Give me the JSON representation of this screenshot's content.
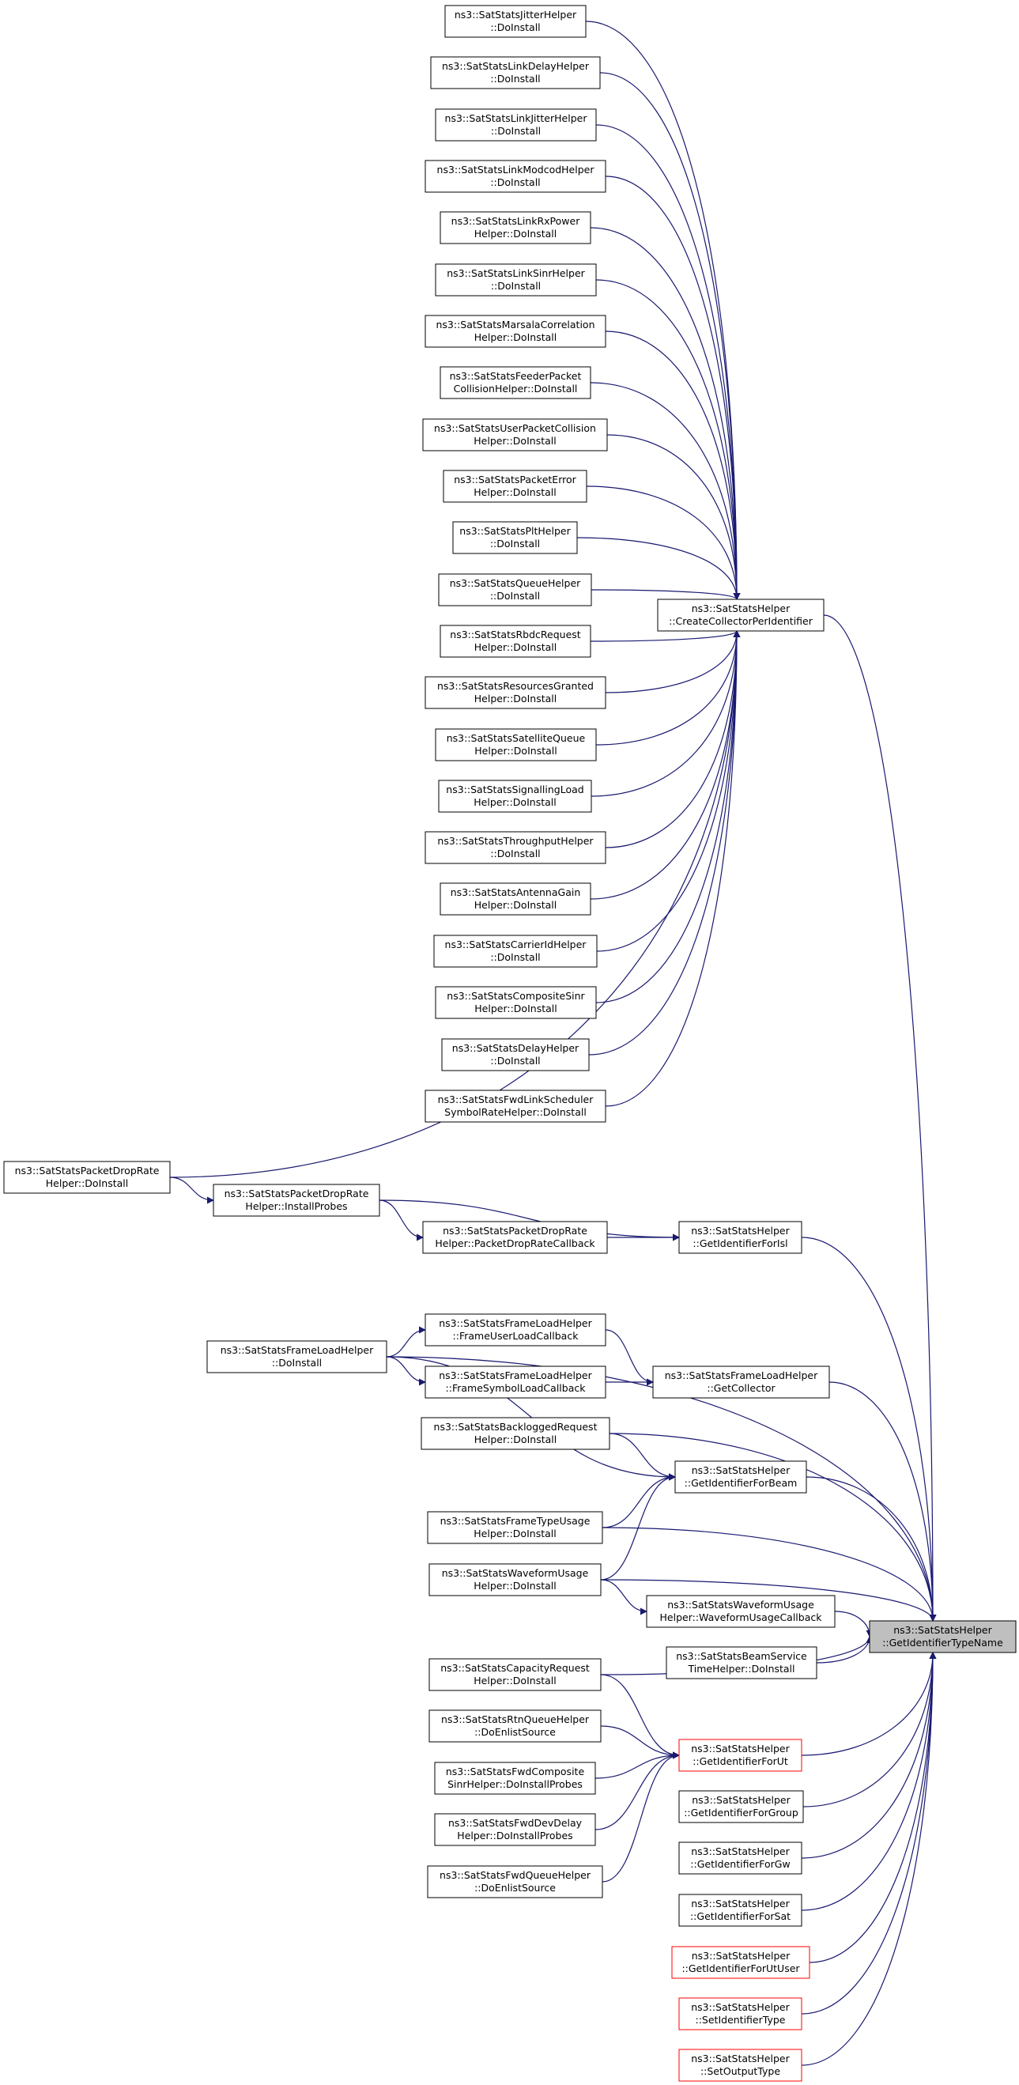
{
  "colors": {
    "edge": "#191970",
    "node_border": "#000000",
    "highlight_border": "#ff0000",
    "focus_fill": "#bfbfbf",
    "node_fill": "#ffffff"
  },
  "nodes": [
    {
      "id": "jitter",
      "lines": [
        "ns3::SatStatsJitterHelper",
        "::DoInstall"
      ]
    },
    {
      "id": "linkdelay",
      "lines": [
        "ns3::SatStatsLinkDelayHelper",
        "::DoInstall"
      ]
    },
    {
      "id": "linkjitter",
      "lines": [
        "ns3::SatStatsLinkJitterHelper",
        "::DoInstall"
      ]
    },
    {
      "id": "linkmodcod",
      "lines": [
        "ns3::SatStatsLinkModcodHelper",
        "::DoInstall"
      ]
    },
    {
      "id": "linkrxpower",
      "lines": [
        "ns3::SatStatsLinkRxPower",
        "Helper::DoInstall"
      ]
    },
    {
      "id": "linksinr",
      "lines": [
        "ns3::SatStatsLinkSinrHelper",
        "::DoInstall"
      ]
    },
    {
      "id": "marsala",
      "lines": [
        "ns3::SatStatsMarsalaCorrelation",
        "Helper::DoInstall"
      ]
    },
    {
      "id": "feeder",
      "lines": [
        "ns3::SatStatsFeederPacket",
        "CollisionHelper::DoInstall"
      ]
    },
    {
      "id": "usercoll",
      "lines": [
        "ns3::SatStatsUserPacketCollision",
        "Helper::DoInstall"
      ]
    },
    {
      "id": "pkterror",
      "lines": [
        "ns3::SatStatsPacketError",
        "Helper::DoInstall"
      ]
    },
    {
      "id": "plt",
      "lines": [
        "ns3::SatStatsPltHelper",
        "::DoInstall"
      ]
    },
    {
      "id": "queue",
      "lines": [
        "ns3::SatStatsQueueHelper",
        "::DoInstall"
      ]
    },
    {
      "id": "rbdc",
      "lines": [
        "ns3::SatStatsRbdcRequest",
        "Helper::DoInstall"
      ]
    },
    {
      "id": "resgranted",
      "lines": [
        "ns3::SatStatsResourcesGranted",
        "Helper::DoInstall"
      ]
    },
    {
      "id": "satqueue",
      "lines": [
        "ns3::SatStatsSatelliteQueue",
        "Helper::DoInstall"
      ]
    },
    {
      "id": "signalling",
      "lines": [
        "ns3::SatStatsSignallingLoad",
        "Helper::DoInstall"
      ]
    },
    {
      "id": "throughput",
      "lines": [
        "ns3::SatStatsThroughputHelper",
        "::DoInstall"
      ]
    },
    {
      "id": "antenna",
      "lines": [
        "ns3::SatStatsAntennaGain",
        "Helper::DoInstall"
      ]
    },
    {
      "id": "carrierid",
      "lines": [
        "ns3::SatStatsCarrierIdHelper",
        "::DoInstall"
      ]
    },
    {
      "id": "compsinr",
      "lines": [
        "ns3::SatStatsCompositeSinr",
        "Helper::DoInstall"
      ]
    },
    {
      "id": "delay",
      "lines": [
        "ns3::SatStatsDelayHelper",
        "::DoInstall"
      ]
    },
    {
      "id": "fwdsched",
      "lines": [
        "ns3::SatStatsFwdLinkScheduler",
        "SymbolRateHelper::DoInstall"
      ]
    },
    {
      "id": "createcollector",
      "lines": [
        "ns3::SatStatsHelper",
        "::CreateCollectorPerIdentifier"
      ]
    },
    {
      "id": "pdr_doinstall",
      "lines": [
        "ns3::SatStatsPacketDropRate",
        "Helper::DoInstall"
      ]
    },
    {
      "id": "pdr_probes",
      "lines": [
        "ns3::SatStatsPacketDropRate",
        "Helper::InstallProbes"
      ]
    },
    {
      "id": "pdr_callback",
      "lines": [
        "ns3::SatStatsPacketDropRate",
        "Helper::PacketDropRateCallback"
      ]
    },
    {
      "id": "getidisl",
      "lines": [
        "ns3::SatStatsHelper",
        "::GetIdentifierForIsl"
      ]
    },
    {
      "id": "fl_doinstall",
      "lines": [
        "ns3::SatStatsFrameLoadHelper",
        "::DoInstall"
      ]
    },
    {
      "id": "fl_user",
      "lines": [
        "ns3::SatStatsFrameLoadHelper",
        "::FrameUserLoadCallback"
      ]
    },
    {
      "id": "fl_symbol",
      "lines": [
        "ns3::SatStatsFrameLoadHelper",
        "::FrameSymbolLoadCallback"
      ]
    },
    {
      "id": "fl_getcollector",
      "lines": [
        "ns3::SatStatsFrameLoadHelper",
        "::GetCollector"
      ]
    },
    {
      "id": "backlogged",
      "lines": [
        "ns3::SatStatsBackloggedRequest",
        "Helper::DoInstall"
      ]
    },
    {
      "id": "getidbeam",
      "lines": [
        "ns3::SatStatsHelper",
        "::GetIdentifierForBeam"
      ]
    },
    {
      "id": "frametype",
      "lines": [
        "ns3::SatStatsFrameTypeUsage",
        "Helper::DoInstall"
      ]
    },
    {
      "id": "wf_doinstall",
      "lines": [
        "ns3::SatStatsWaveformUsage",
        "Helper::DoInstall"
      ]
    },
    {
      "id": "wf_callback",
      "lines": [
        "ns3::SatStatsWaveformUsage",
        "Helper::WaveformUsageCallback"
      ]
    },
    {
      "id": "beamservice",
      "lines": [
        "ns3::SatStatsBeamService",
        "TimeHelper::DoInstall"
      ]
    },
    {
      "id": "target",
      "lines": [
        "ns3::SatStatsHelper",
        "::GetIdentifierTypeName"
      ]
    },
    {
      "id": "capacity",
      "lines": [
        "ns3::SatStatsCapacityRequest",
        "Helper::DoInstall"
      ]
    },
    {
      "id": "rtnqueue",
      "lines": [
        "ns3::SatStatsRtnQueueHelper",
        "::DoEnlistSource"
      ]
    },
    {
      "id": "getidut",
      "lines": [
        "ns3::SatStatsHelper",
        "::GetIdentifierForUt"
      ]
    },
    {
      "id": "fwdcomp",
      "lines": [
        "ns3::SatStatsFwdComposite",
        "SinrHelper::DoInstallProbes"
      ]
    },
    {
      "id": "getidgroup",
      "lines": [
        "ns3::SatStatsHelper",
        "::GetIdentifierForGroup"
      ]
    },
    {
      "id": "fwddevdelay",
      "lines": [
        "ns3::SatStatsFwdDevDelay",
        "Helper::DoInstallProbes"
      ]
    },
    {
      "id": "getidgw",
      "lines": [
        "ns3::SatStatsHelper",
        "::GetIdentifierForGw"
      ]
    },
    {
      "id": "fwdqueue",
      "lines": [
        "ns3::SatStatsFwdQueueHelper",
        "::DoEnlistSource"
      ]
    },
    {
      "id": "getidsat",
      "lines": [
        "ns3::SatStatsHelper",
        "::GetIdentifierForSat"
      ]
    },
    {
      "id": "getidutuser",
      "lines": [
        "ns3::SatStatsHelper",
        "::GetIdentifierForUtUser"
      ]
    },
    {
      "id": "setidtype",
      "lines": [
        "ns3::SatStatsHelper",
        "::SetIdentifierType"
      ]
    },
    {
      "id": "setoutput",
      "lines": [
        "ns3::SatStatsHelper",
        "::SetOutputType"
      ]
    }
  ],
  "highlighted": [
    "getidut",
    "getidutuser",
    "setidtype",
    "setoutput"
  ],
  "focus": "target",
  "edges": [
    [
      "jitter",
      "createcollector"
    ],
    [
      "linkdelay",
      "createcollector"
    ],
    [
      "linkjitter",
      "createcollector"
    ],
    [
      "linkmodcod",
      "createcollector"
    ],
    [
      "linkrxpower",
      "createcollector"
    ],
    [
      "linksinr",
      "createcollector"
    ],
    [
      "marsala",
      "createcollector"
    ],
    [
      "feeder",
      "createcollector"
    ],
    [
      "usercoll",
      "createcollector"
    ],
    [
      "pkterror",
      "createcollector"
    ],
    [
      "plt",
      "createcollector"
    ],
    [
      "queue",
      "createcollector"
    ],
    [
      "rbdc",
      "createcollector"
    ],
    [
      "resgranted",
      "createcollector"
    ],
    [
      "satqueue",
      "createcollector"
    ],
    [
      "signalling",
      "createcollector"
    ],
    [
      "throughput",
      "createcollector"
    ],
    [
      "antenna",
      "createcollector"
    ],
    [
      "carrierid",
      "createcollector"
    ],
    [
      "compsinr",
      "createcollector"
    ],
    [
      "delay",
      "createcollector"
    ],
    [
      "fwdsched",
      "createcollector"
    ],
    [
      "pdr_doinstall",
      "createcollector"
    ],
    [
      "createcollector",
      "target"
    ],
    [
      "pdr_doinstall",
      "pdr_probes"
    ],
    [
      "pdr_probes",
      "pdr_callback"
    ],
    [
      "pdr_probes",
      "getidisl"
    ],
    [
      "pdr_callback",
      "getidisl"
    ],
    [
      "getidisl",
      "target"
    ],
    [
      "fl_doinstall",
      "fl_user"
    ],
    [
      "fl_doinstall",
      "fl_symbol"
    ],
    [
      "fl_doinstall",
      "target"
    ],
    [
      "fl_doinstall",
      "getidbeam"
    ],
    [
      "fl_user",
      "fl_getcollector"
    ],
    [
      "fl_symbol",
      "fl_getcollector"
    ],
    [
      "fl_getcollector",
      "target"
    ],
    [
      "backlogged",
      "getidbeam"
    ],
    [
      "backlogged",
      "target"
    ],
    [
      "frametype",
      "getidbeam"
    ],
    [
      "frametype",
      "target"
    ],
    [
      "wf_doinstall",
      "getidbeam"
    ],
    [
      "wf_doinstall",
      "target"
    ],
    [
      "wf_doinstall",
      "wf_callback"
    ],
    [
      "wf_callback",
      "target"
    ],
    [
      "getidbeam",
      "target"
    ],
    [
      "beamservice",
      "target"
    ],
    [
      "capacity",
      "getidut"
    ],
    [
      "capacity",
      "target"
    ],
    [
      "rtnqueue",
      "getidut"
    ],
    [
      "fwdcomp",
      "getidut"
    ],
    [
      "fwddevdelay",
      "getidut"
    ],
    [
      "fwdqueue",
      "getidut"
    ],
    [
      "getidut",
      "target"
    ],
    [
      "getidgroup",
      "target"
    ],
    [
      "getidgw",
      "target"
    ],
    [
      "getidsat",
      "target"
    ],
    [
      "getidutuser",
      "target"
    ],
    [
      "setidtype",
      "target"
    ],
    [
      "setoutput",
      "target"
    ]
  ]
}
